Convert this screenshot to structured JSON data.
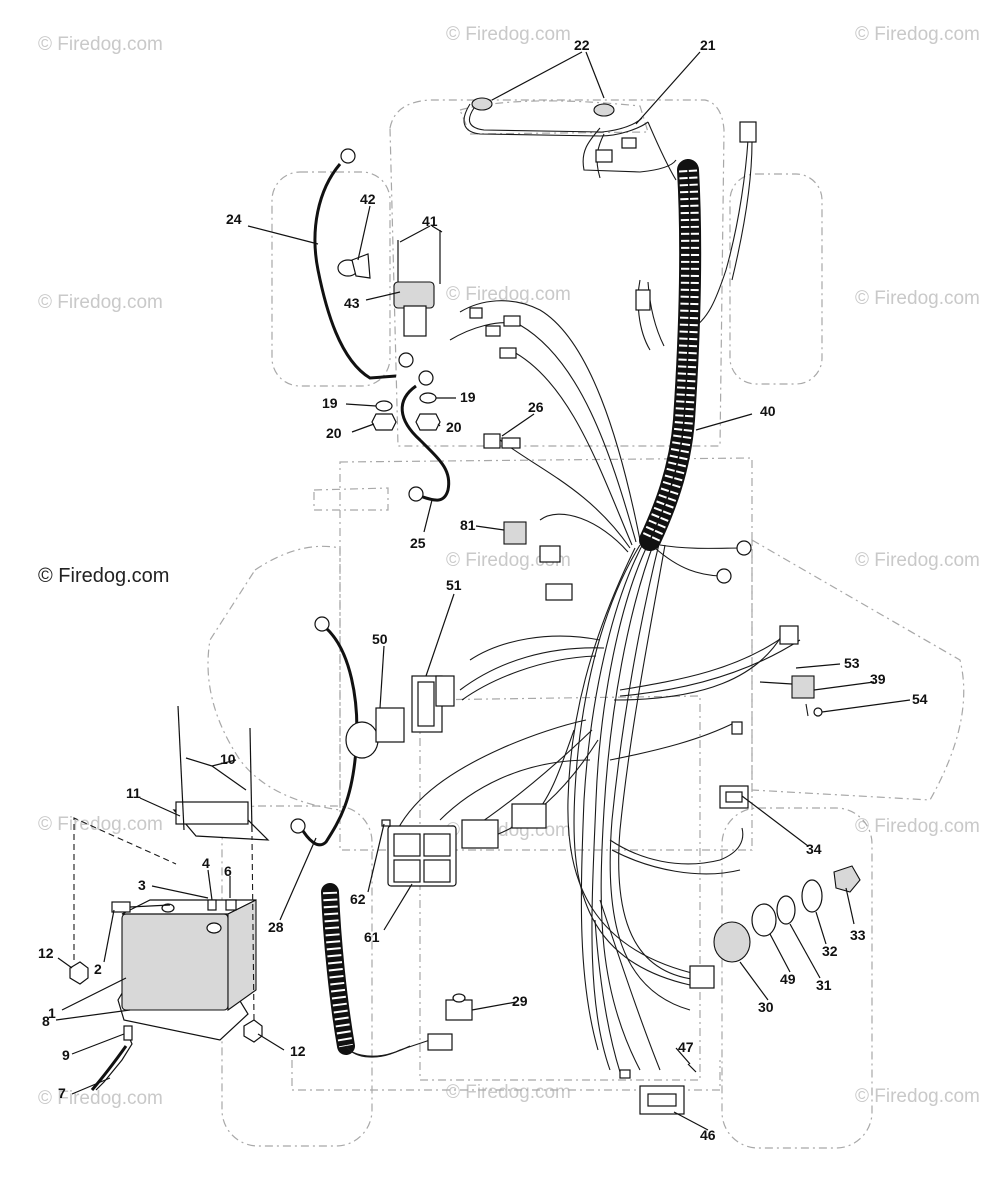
{
  "watermark": {
    "text": "© Firedog.com",
    "primary_text": "© Firedog.com"
  },
  "callouts": [
    {
      "id": "c1",
      "label": "1"
    },
    {
      "id": "c2",
      "label": "2"
    },
    {
      "id": "c3",
      "label": "3"
    },
    {
      "id": "c4",
      "label": "4"
    },
    {
      "id": "c6",
      "label": "6"
    },
    {
      "id": "c7",
      "label": "7"
    },
    {
      "id": "c8",
      "label": "8"
    },
    {
      "id": "c9",
      "label": "9"
    },
    {
      "id": "c10",
      "label": "10"
    },
    {
      "id": "c11",
      "label": "11"
    },
    {
      "id": "c12a",
      "label": "12"
    },
    {
      "id": "c12b",
      "label": "12"
    },
    {
      "id": "c19a",
      "label": "19"
    },
    {
      "id": "c19b",
      "label": "19"
    },
    {
      "id": "c20a",
      "label": "20"
    },
    {
      "id": "c20b",
      "label": "20"
    },
    {
      "id": "c21",
      "label": "21"
    },
    {
      "id": "c22",
      "label": "22"
    },
    {
      "id": "c24",
      "label": "24"
    },
    {
      "id": "c25",
      "label": "25"
    },
    {
      "id": "c26",
      "label": "26"
    },
    {
      "id": "c28",
      "label": "28"
    },
    {
      "id": "c29",
      "label": "29"
    },
    {
      "id": "c30",
      "label": "30"
    },
    {
      "id": "c31",
      "label": "31"
    },
    {
      "id": "c32",
      "label": "32"
    },
    {
      "id": "c33",
      "label": "33"
    },
    {
      "id": "c34",
      "label": "34"
    },
    {
      "id": "c39",
      "label": "39"
    },
    {
      "id": "c40",
      "label": "40"
    },
    {
      "id": "c41",
      "label": "41"
    },
    {
      "id": "c42",
      "label": "42"
    },
    {
      "id": "c43",
      "label": "43"
    },
    {
      "id": "c46",
      "label": "46"
    },
    {
      "id": "c47",
      "label": "47"
    },
    {
      "id": "c49",
      "label": "49"
    },
    {
      "id": "c50",
      "label": "50"
    },
    {
      "id": "c51",
      "label": "51"
    },
    {
      "id": "c53",
      "label": "53"
    },
    {
      "id": "c54",
      "label": "54"
    },
    {
      "id": "c61",
      "label": "61"
    },
    {
      "id": "c62",
      "label": "62"
    },
    {
      "id": "c81",
      "label": "81"
    }
  ]
}
